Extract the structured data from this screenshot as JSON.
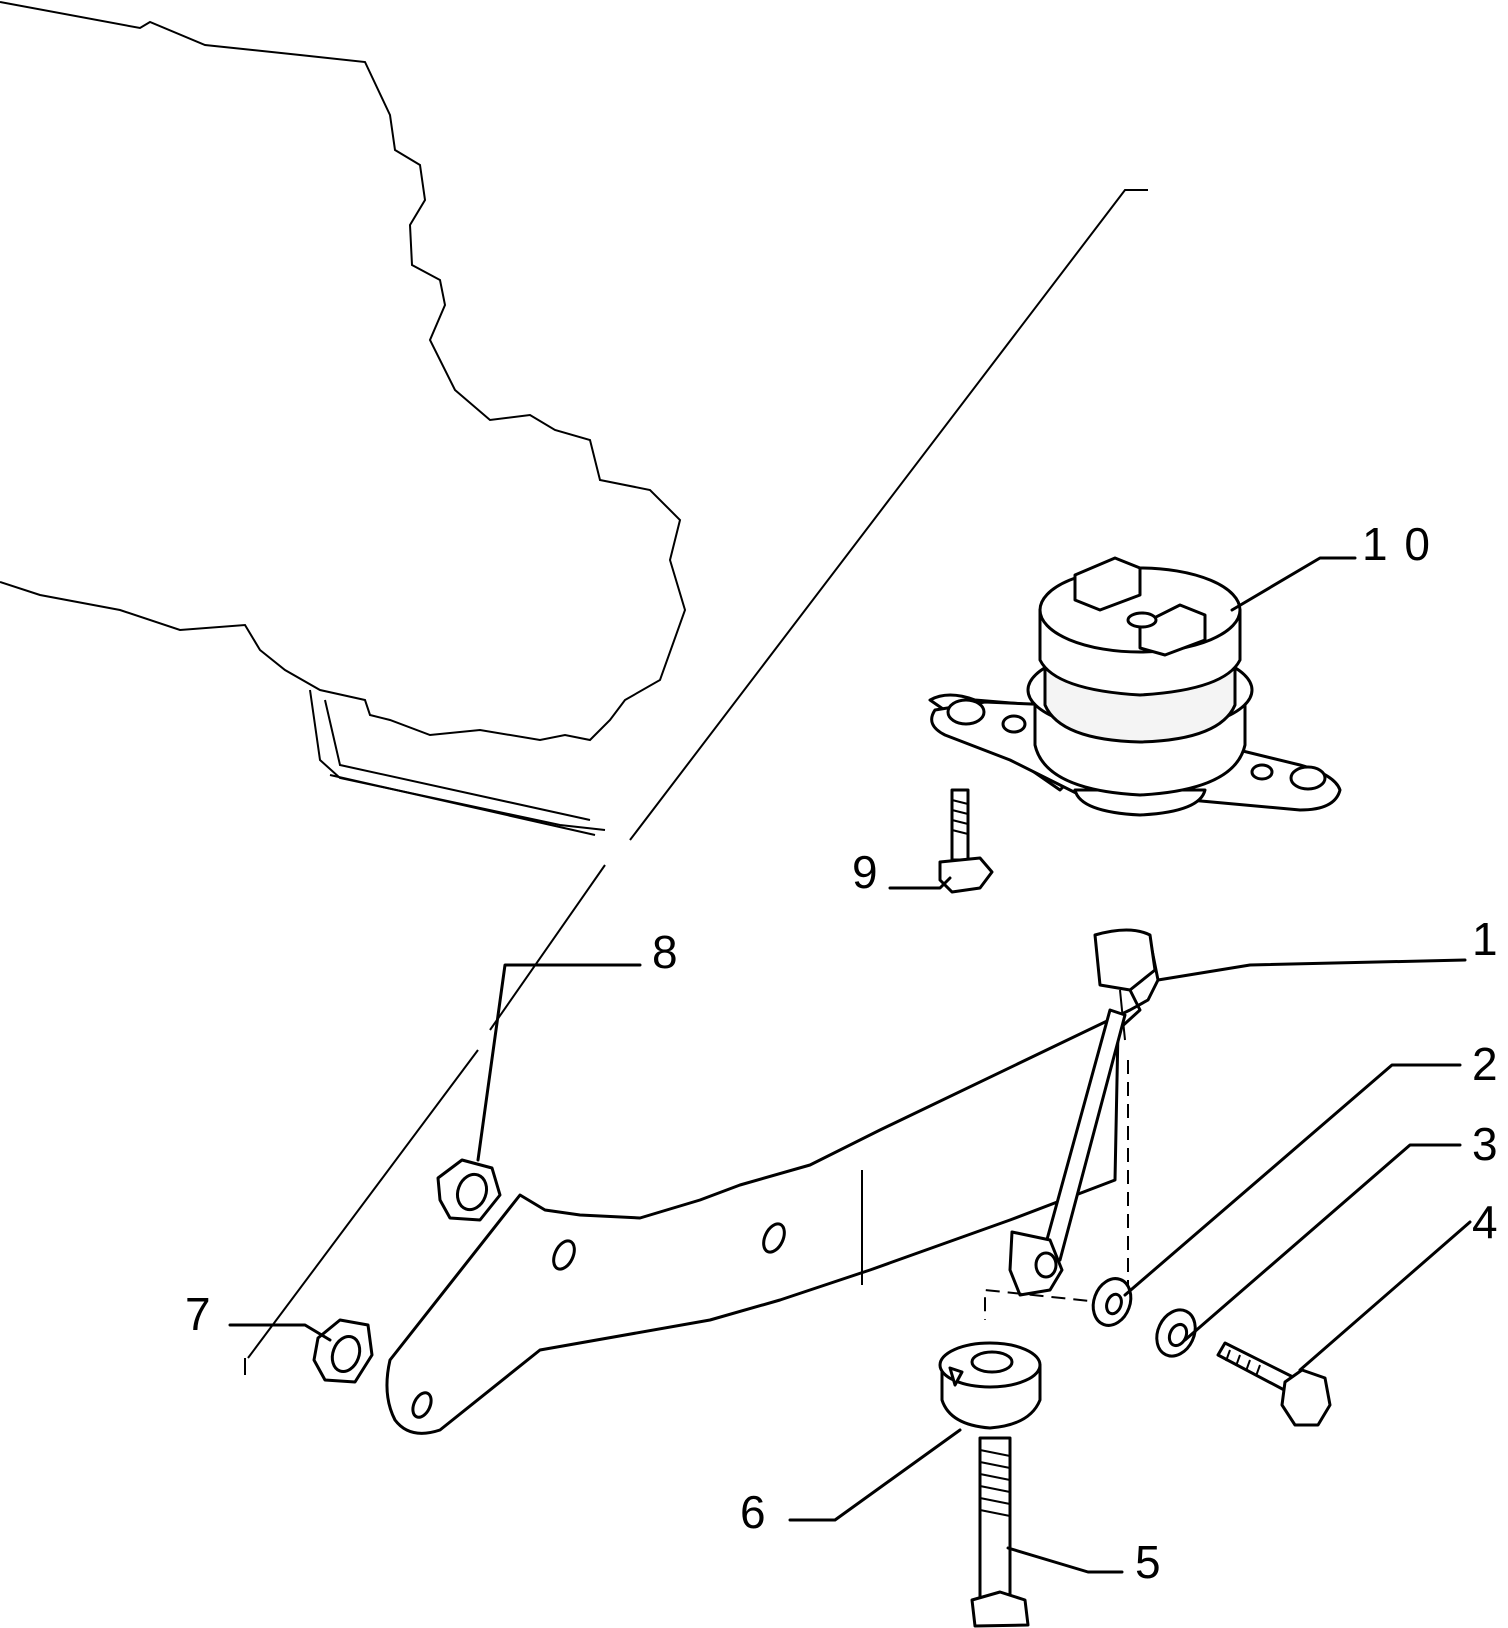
{
  "diagram": {
    "callouts": [
      {
        "id": "1",
        "text": "1"
      },
      {
        "id": "2",
        "text": "2"
      },
      {
        "id": "3",
        "text": "3"
      },
      {
        "id": "4",
        "text": "4"
      },
      {
        "id": "5",
        "text": "5"
      },
      {
        "id": "6",
        "text": "6"
      },
      {
        "id": "7",
        "text": "7"
      },
      {
        "id": "8",
        "text": "8"
      },
      {
        "id": "9",
        "text": "9"
      },
      {
        "id": "10",
        "text": "1 0"
      }
    ]
  }
}
